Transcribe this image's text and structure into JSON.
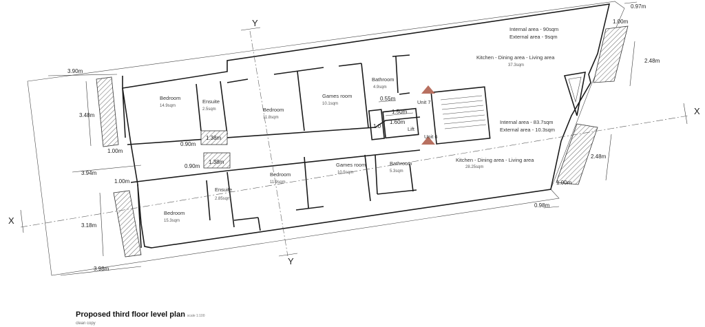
{
  "drawing": {
    "title": "Proposed third floor level plan",
    "scale_note": "scale 1:100",
    "subtitle": "clean copy",
    "rooms": [
      {
        "id": "bedroom-1",
        "name": "Bedroom",
        "area": "14.9sqm"
      },
      {
        "id": "ensuite-1",
        "name": "Ensuite",
        "area": "2.5sqm"
      },
      {
        "id": "bedroom-2",
        "name": "Bedroom",
        "area": "11.8sqm"
      },
      {
        "id": "games-1",
        "name": "Games room",
        "area": "10.1sqm"
      },
      {
        "id": "bathroom-1",
        "name": "Bathroom",
        "area": "4.9sqm"
      },
      {
        "id": "bedroom-3",
        "name": "Bedroom",
        "area": "15.3sqm"
      },
      {
        "id": "ensuite-2",
        "name": "Ensuite",
        "area": "2.85sqm"
      },
      {
        "id": "bedroom-4",
        "name": "Bedroom",
        "area": "11.9sqm"
      },
      {
        "id": "games-2",
        "name": "Games room",
        "area": "10.5sqm"
      },
      {
        "id": "bathroom-2",
        "name": "Bathroom",
        "area": "5.3sqm"
      }
    ],
    "unit7": {
      "label": "Unit 7",
      "internal": "Internal area - 90sqm",
      "external": "External area - 9sqm",
      "kitchen": "Kitchen - Dining area - Living area",
      "kitchen_area": "37.3sqm"
    },
    "unit6": {
      "label": "Unit 6",
      "internal": "Internal area - 83.7sqm",
      "external": "External area - 10.3sqm",
      "kitchen": "Kitchen - Dining area - Living area",
      "kitchen_area": "28.25sqm"
    },
    "lift": "Lift",
    "axes": {
      "x": "X",
      "y": "Y"
    },
    "dimensions": [
      "3.90m",
      "3.48m",
      "1.00m",
      "1.38m",
      "0.90m",
      "0.90m",
      "1.38m",
      "3.94m",
      "1.00m",
      "3.18m",
      "3.98m",
      "0.55m",
      "1.50m",
      "1.60m",
      "1.0",
      "0.97m",
      "1.00m",
      "2.48m",
      "2.48m",
      "1.00m",
      "0.98m"
    ]
  }
}
